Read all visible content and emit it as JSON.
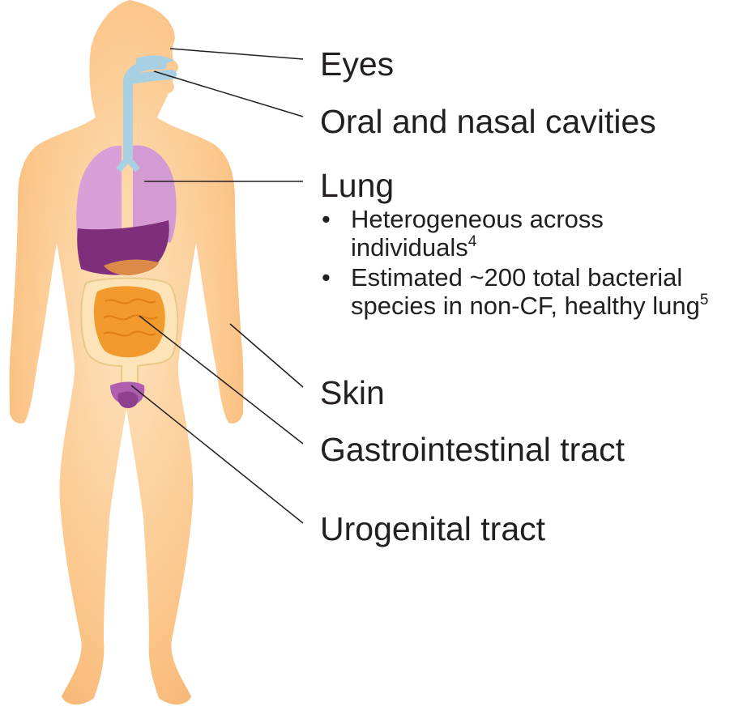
{
  "labels": {
    "eyes": "Eyes",
    "oral_nasal": "Oral and nasal cavities",
    "lung": "Lung",
    "skin": "Skin",
    "gi": "Gastrointestinal tract",
    "urogenital": "Urogenital tract"
  },
  "lung_notes": [
    {
      "bullet": "•",
      "text": "Heterogeneous across individuals",
      "ref": "4"
    },
    {
      "bullet": "•",
      "text": "Estimated ~200 total bacterial species in non-CF, healthy lung",
      "ref": "5"
    }
  ],
  "colors": {
    "body": "#fbc98e",
    "body_light": "#fde7c7",
    "airway": "#a9cfe3",
    "lung": "#d99fd8",
    "liver": "#7d2f7b",
    "pancreas": "#dc8a4a",
    "intestine": "#f29a2e",
    "colon": "#fde3b8",
    "urogenital": "#b05fb0",
    "line": "#231f20"
  }
}
